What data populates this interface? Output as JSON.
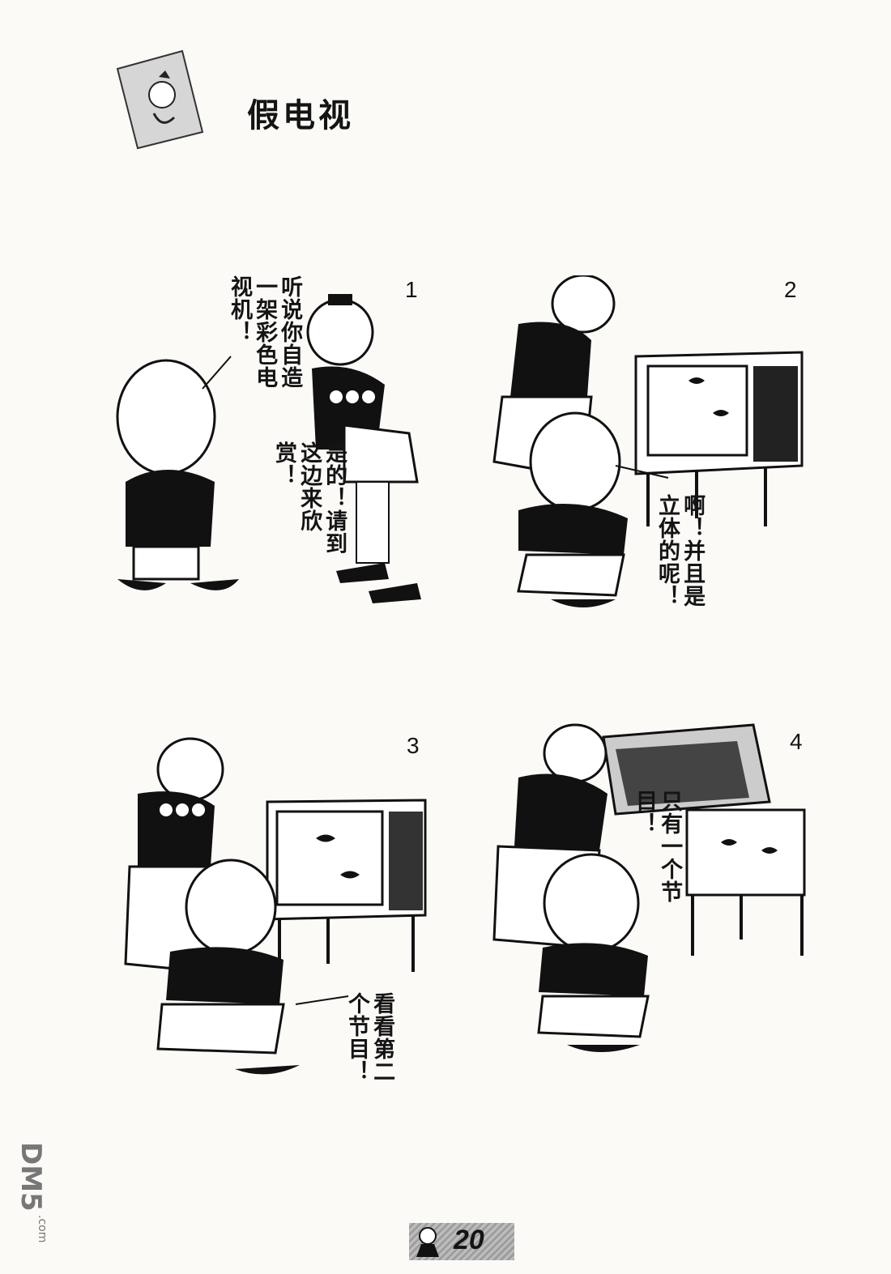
{
  "title": "假电视",
  "panels": [
    {
      "number": "1",
      "bubbles": [
        "听说你自造一架彩色电视机！",
        "是的！请到这边来欣赏！"
      ]
    },
    {
      "number": "2",
      "bubbles": [
        "啊！并且是立体的呢！"
      ]
    },
    {
      "number": "3",
      "bubbles": [
        "看看第二个节目！"
      ]
    },
    {
      "number": "4",
      "bubbles": [
        "只有一个节目！"
      ]
    }
  ],
  "page_number": "20",
  "watermark": "DM5",
  "watermark_sub": ".com"
}
